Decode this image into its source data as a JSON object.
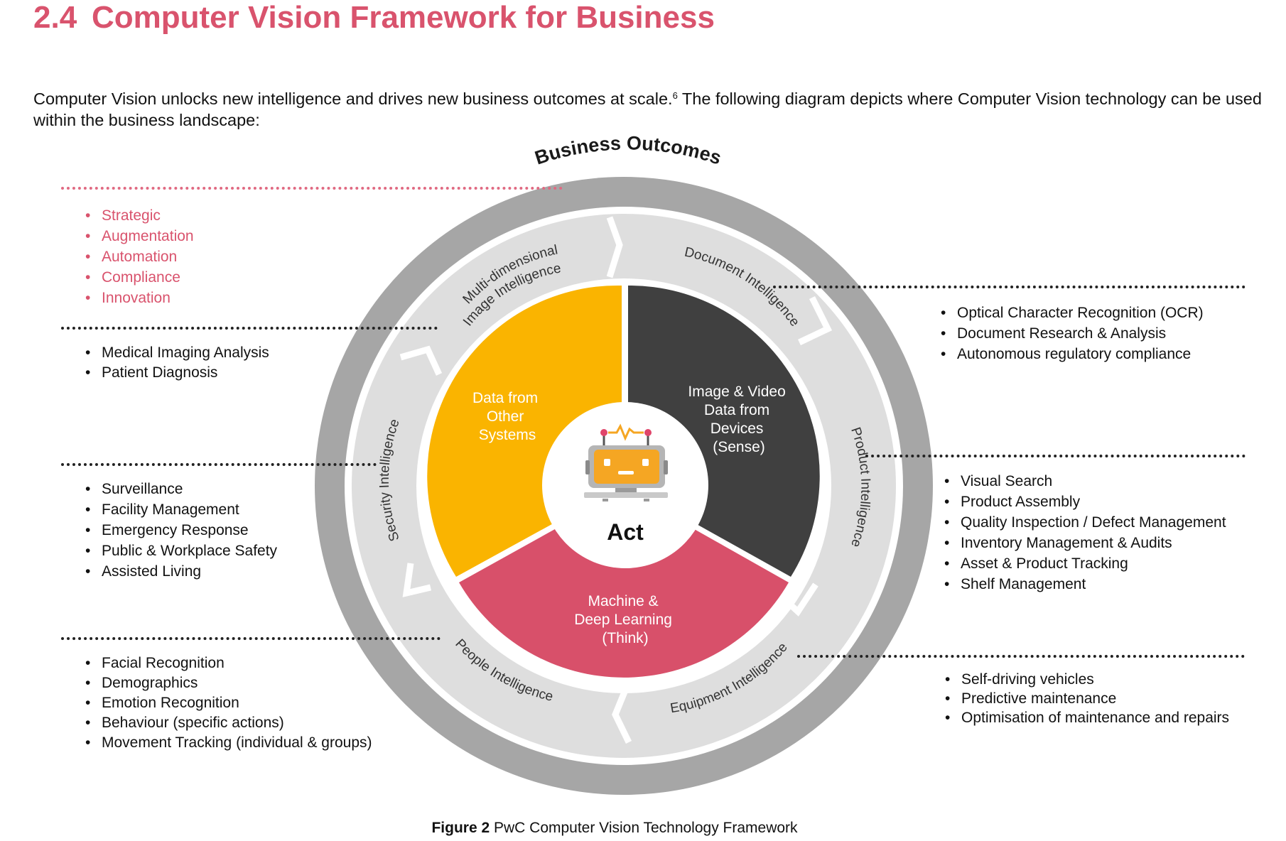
{
  "heading": {
    "number": "2.4",
    "title": "Computer Vision Framework for Business"
  },
  "intro": {
    "text_before_ref": "Computer Vision unlocks new intelligence and drives new business outcomes at scale.",
    "footnote_ref": "6",
    "text_after_ref": " The following diagram depicts where Computer Vision technology can be used within the business landscape:"
  },
  "outer_ring": {
    "label": "Business Outcomes",
    "color": "#a6a6a6"
  },
  "middle_ring": {
    "color": "#dedede",
    "segments": [
      "Multi-dimensional",
      "Image Intelligence",
      "Document Intelligence",
      "Product Intelligence",
      "Equipment Intelligence",
      "People Intelligence",
      "Security Intelligence"
    ]
  },
  "core": {
    "sense_lines": [
      "Image & Video",
      "Data from",
      "Devices",
      "(Sense)"
    ],
    "other_lines": [
      "Data from",
      "Other",
      "Systems"
    ],
    "think_lines": [
      "Machine &",
      "Deep Learning",
      "(Think)"
    ],
    "center_label": "Act",
    "colors": {
      "sense": "#404040",
      "other": "#fab400",
      "think": "#d8506a",
      "robot": "#f5a623"
    },
    "robot_icon": "robot-icon"
  },
  "lists": {
    "business_outcomes": [
      "Strategic",
      "Augmentation",
      "Automation",
      "Compliance",
      "Innovation"
    ],
    "image_intelligence": [
      "Medical Imaging Analysis",
      "Patient Diagnosis"
    ],
    "security_intelligence": [
      "Surveillance",
      "Facility Management",
      "Emergency Response",
      "Public & Workplace Safety",
      "Assisted Living"
    ],
    "people_intelligence": [
      "Facial Recognition",
      "Demographics",
      "Emotion Recognition",
      "Behaviour (specific actions)",
      "Movement Tracking (individual & groups)"
    ],
    "document_intelligence": [
      "Optical Character Recognition (OCR)",
      "Document Research & Analysis",
      "Autonomous regulatory compliance"
    ],
    "product_intelligence": [
      "Visual Search",
      "Product Assembly",
      "Quality Inspection / Defect Management",
      "Inventory Management & Audits",
      "Asset & Product Tracking",
      "Shelf Management"
    ],
    "equipment_intelligence": [
      "Self-driving vehicles",
      "Predictive maintenance",
      "Optimisation of maintenance and repairs"
    ]
  },
  "caption": {
    "label": "Figure 2",
    "text": " PwC Computer Vision Technology Framework"
  }
}
